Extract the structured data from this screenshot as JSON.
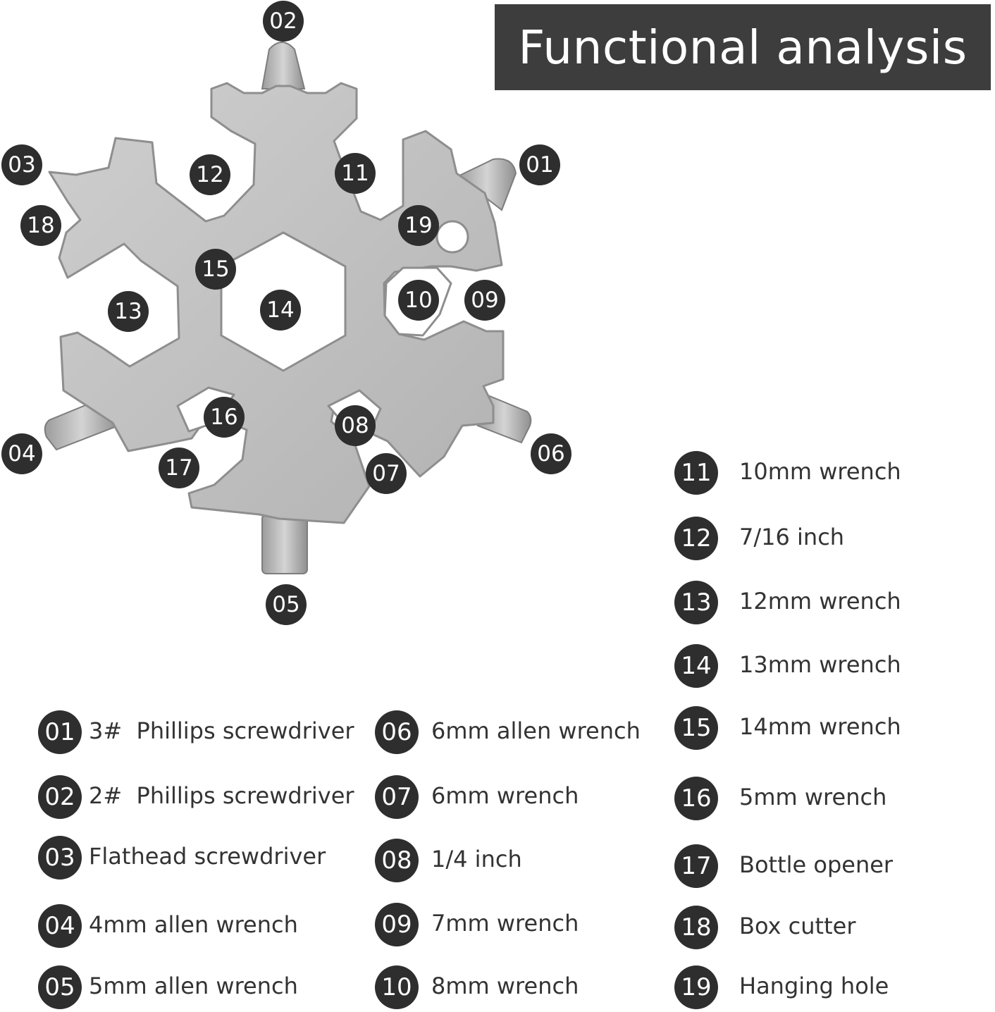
{
  "title": "Functional analysis",
  "colors": {
    "badge": "#2e2e2e",
    "title_bg": "#3d3d3d",
    "metal": "#bdbdbd",
    "metal_edge": "#8e8e8e",
    "bit": "#a9a9a9"
  },
  "markers": [
    "01",
    "02",
    "03",
    "04",
    "05",
    "06",
    "07",
    "08",
    "09",
    "10",
    "11",
    "12",
    "13",
    "14",
    "15",
    "16",
    "17",
    "18",
    "19"
  ],
  "legend": [
    {
      "num": "01",
      "label": "3#  Phillips screwdriver"
    },
    {
      "num": "02",
      "label": "2#  Phillips screwdriver"
    },
    {
      "num": "03",
      "label": "Flathead screwdriver"
    },
    {
      "num": "04",
      "label": "4mm allen wrench"
    },
    {
      "num": "05",
      "label": "5mm allen wrench"
    },
    {
      "num": "06",
      "label": "6mm allen wrench"
    },
    {
      "num": "07",
      "label": "6mm wrench"
    },
    {
      "num": "08",
      "label": "1/4 inch"
    },
    {
      "num": "09",
      "label": "7mm wrench"
    },
    {
      "num": "10",
      "label": "8mm wrench"
    },
    {
      "num": "11",
      "label": "10mm wrench"
    },
    {
      "num": "12",
      "label": "7/16 inch"
    },
    {
      "num": "13",
      "label": "12mm wrench"
    },
    {
      "num": "14",
      "label": "13mm wrench"
    },
    {
      "num": "15",
      "label": "14mm wrench"
    },
    {
      "num": "16",
      "label": "5mm wrench"
    },
    {
      "num": "17",
      "label": "Bottle opener"
    },
    {
      "num": "18",
      "label": "Box cutter"
    },
    {
      "num": "19",
      "label": "Hanging hole"
    }
  ]
}
